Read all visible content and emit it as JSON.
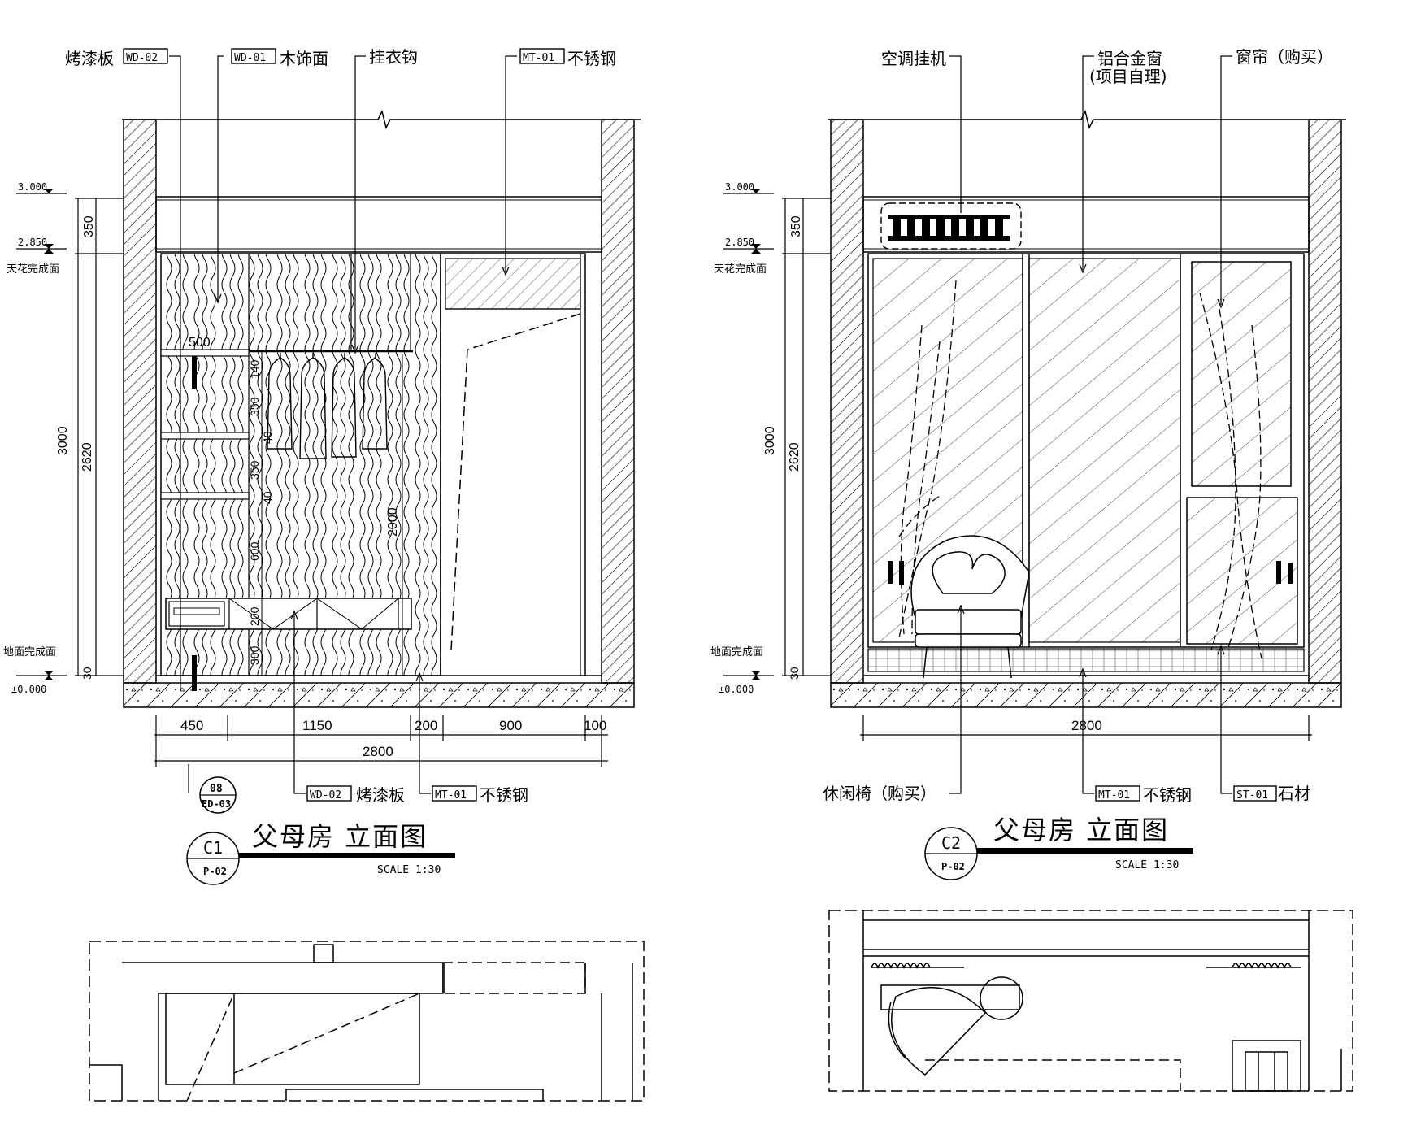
{
  "c1": {
    "labels": {
      "paint_board_top": "烤漆板",
      "wd02_tag_top": "WD-02",
      "wd01_tag": "WD-01",
      "wood_face": "木饰面",
      "hook": "挂衣钩",
      "mt01_tag_top": "MT-01",
      "steel_top": "不锈钢",
      "wd02_tag_bottom": "WD-02",
      "paint_board_bottom": "烤漆板",
      "mt01_tag_bottom": "MT-01",
      "steel_bottom": "不锈钢"
    },
    "levels": {
      "top": "3.000",
      "ceiling": "2.850",
      "ceiling_label": "天花完成面",
      "floor_label": "地面完成面",
      "zero": "±0.000"
    },
    "dims_left": {
      "d350": "350",
      "d3000": "3000",
      "d2620": "2620",
      "d30": "30"
    },
    "dims_inner": {
      "w500": "500",
      "d140": "140",
      "d350a": "350",
      "d40a": "40",
      "d350b": "350",
      "d40b": "40",
      "d600": "600",
      "d200": "200",
      "d300": "300",
      "d2000": "2000"
    },
    "dims_bottom": {
      "w450": "450",
      "w1150": "1150",
      "w200": "200",
      "w900": "900",
      "w100": "100",
      "total": "2800"
    },
    "detail_ref": {
      "top": "08",
      "bottom": "ED-03"
    },
    "title": {
      "code": "C1",
      "sheet": "P-02",
      "name": "父母房 立面图",
      "scale": "SCALE 1:30"
    }
  },
  "c2": {
    "labels": {
      "ac": "空调挂机",
      "window_line1": "铝合金窗",
      "window_line2": "(项目自理)",
      "curtain": "窗帘（购买）",
      "chair": "休闲椅（购买）",
      "mt01_tag": "MT-01",
      "steel": "不锈钢",
      "st01_tag": "ST-01",
      "stone": "石材"
    },
    "levels": {
      "top": "3.000",
      "ceiling": "2.850",
      "ceiling_label": "天花完成面",
      "floor_label": "地面完成面",
      "zero": "±0.000"
    },
    "dims_left": {
      "d350": "350",
      "d3000": "3000",
      "d2620": "2620",
      "d30": "30"
    },
    "dims_bottom": {
      "total": "2800"
    },
    "title": {
      "code": "C2",
      "sheet": "P-02",
      "name": "父母房 立面图",
      "scale": "SCALE 1:30"
    }
  }
}
